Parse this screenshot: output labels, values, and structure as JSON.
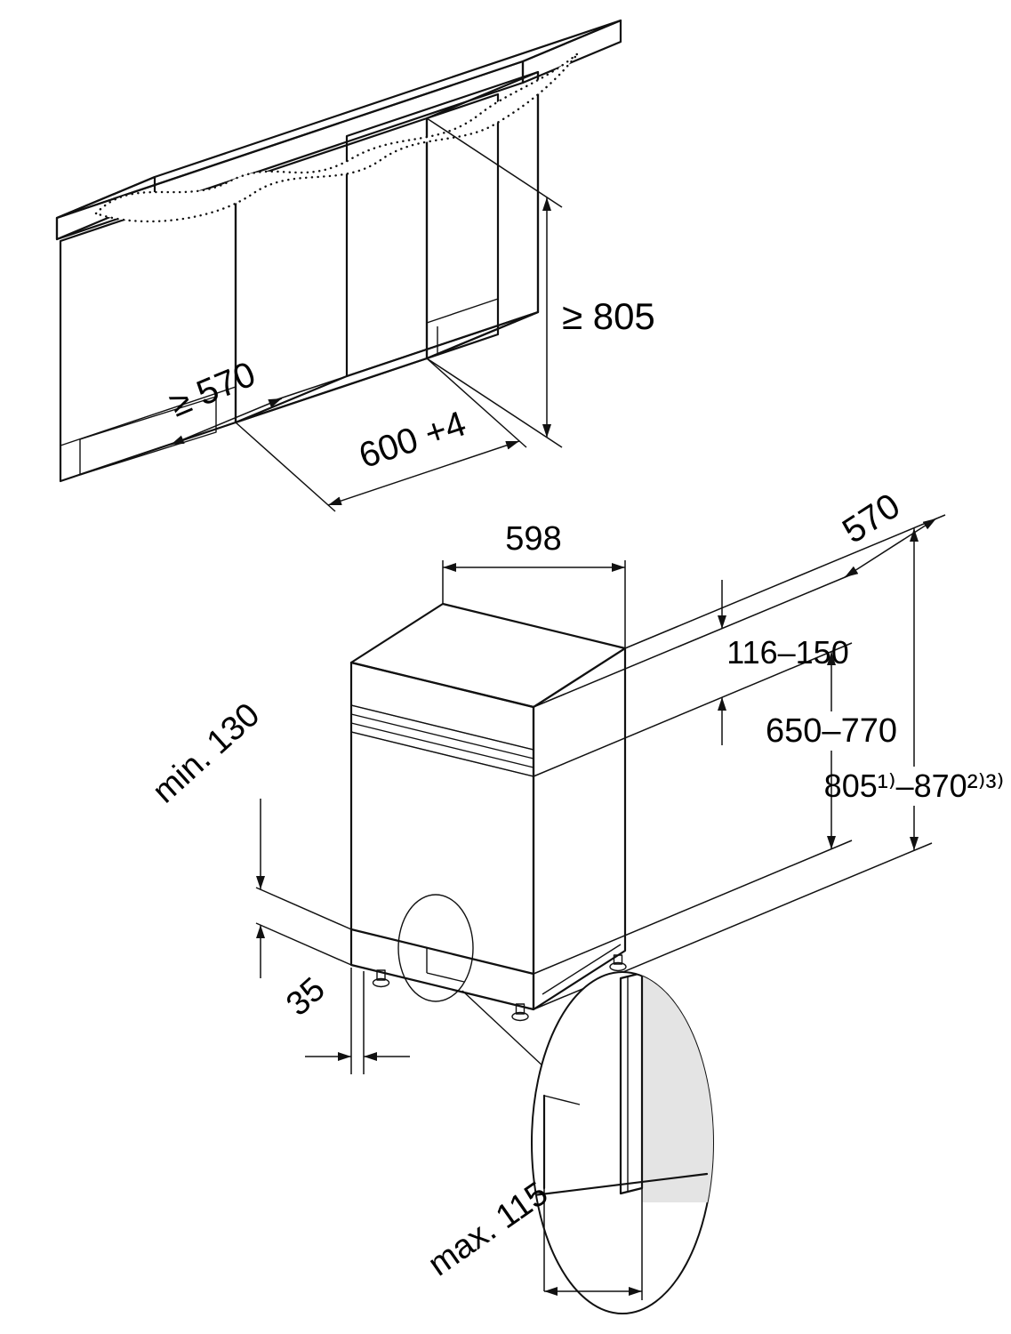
{
  "diagram": {
    "kind": "appliance-installation-dimension-drawing",
    "line_color": "#111111",
    "surface_color": "#e9e9e9",
    "niche_view": {
      "niche_height": "≥ 805",
      "niche_depth": "≥ 570",
      "niche_width": "600 +4"
    },
    "appliance_view": {
      "appliance_width": "598",
      "appliance_depth": "570",
      "control_panel_height": "116–150",
      "front_panel_height": "650–770",
      "appliance_height": "805¹⁾–870²⁾³⁾",
      "plinth_clearance_min": "min. 130",
      "foot_offset": "35",
      "plinth_recess_max": "max. 115"
    }
  }
}
